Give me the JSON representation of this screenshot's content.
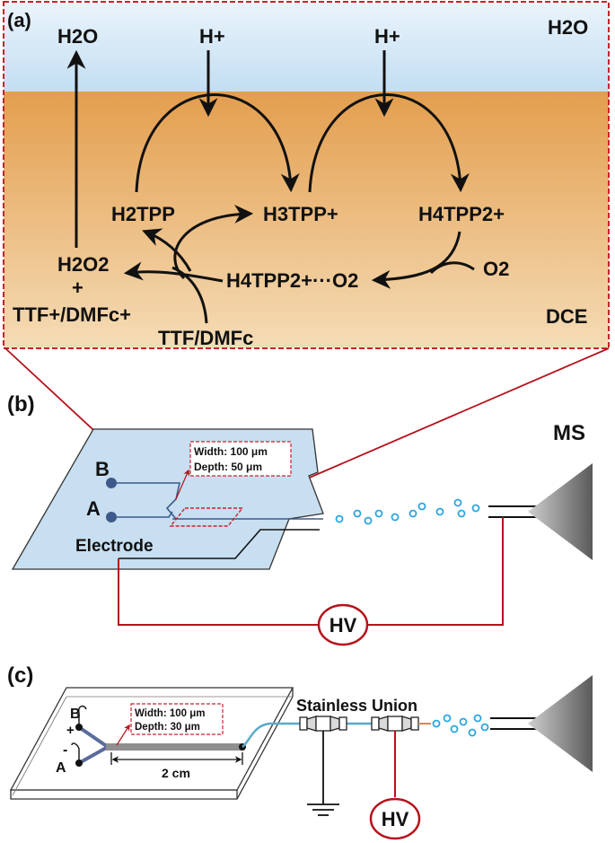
{
  "panel_a": {
    "label": "(a)",
    "water_label": "H2O",
    "dce_label": "DCE",
    "proton_1": "H+",
    "proton_2": "H+",
    "h2o_product": "H2O",
    "species": {
      "h2tpp": "H2TPP",
      "h3tpp": "H3TPP+",
      "h4tpp": "H4TPP2+",
      "complex": "H4TPP2+···O2",
      "o2": "O2",
      "h2o2": "H2O2",
      "plus": "+",
      "oxidized_donor": "TTF+/DMFc+",
      "donor": "TTF/DMFc"
    },
    "colors": {
      "water": "#cfe4f4",
      "dce_top": "#e4a455",
      "dce_bottom": "#f3d7ae",
      "frame": "#c8232c"
    }
  },
  "panel_b": {
    "label": "(b)",
    "ms_label": "MS",
    "channel_b": "B",
    "channel_a": "A",
    "electrode_label": "Electrode",
    "width_text": "Width:  100 μm",
    "depth_text": "Depth:  50 μm",
    "hv_label": "HV",
    "colors": {
      "chip": "#c7dff0",
      "wire": "#b5121b",
      "droplet": "#2aa6e0"
    }
  },
  "panel_c": {
    "label": "(c)",
    "channel_b": "B",
    "channel_a": "A",
    "plus_sign": "+",
    "minus_sign": "-",
    "width_text": "Width:  100 μm",
    "depth_text": "Depth:  30 μm",
    "length_text": "2 cm",
    "union_label": "Stainless  Union",
    "hv_label": "HV",
    "colors": {
      "channel": "#8f8f8f",
      "capillary": "#5aa9c9",
      "wire": "#b5121b"
    }
  }
}
